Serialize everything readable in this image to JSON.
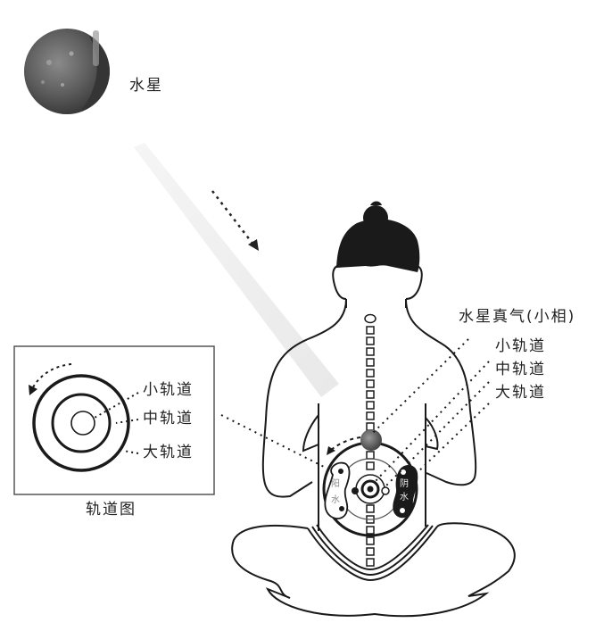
{
  "planet": {
    "label": "水星",
    "color": "#6a6a6a"
  },
  "figure": {
    "qi_label": "水星真气(小相)",
    "orbit_labels": [
      "小轨道",
      "中轨道",
      "大轨道"
    ],
    "yang_water": [
      "阳",
      "水"
    ],
    "yin_water": [
      "阴",
      "水"
    ]
  },
  "legend_box": {
    "orbit_labels": [
      "小轨道",
      "中轨道",
      "大轨道"
    ],
    "caption": "轨道图"
  },
  "colors": {
    "line": "#1a1a1a",
    "hair": "#1a1a1a",
    "beam": "#e8e8e8"
  }
}
